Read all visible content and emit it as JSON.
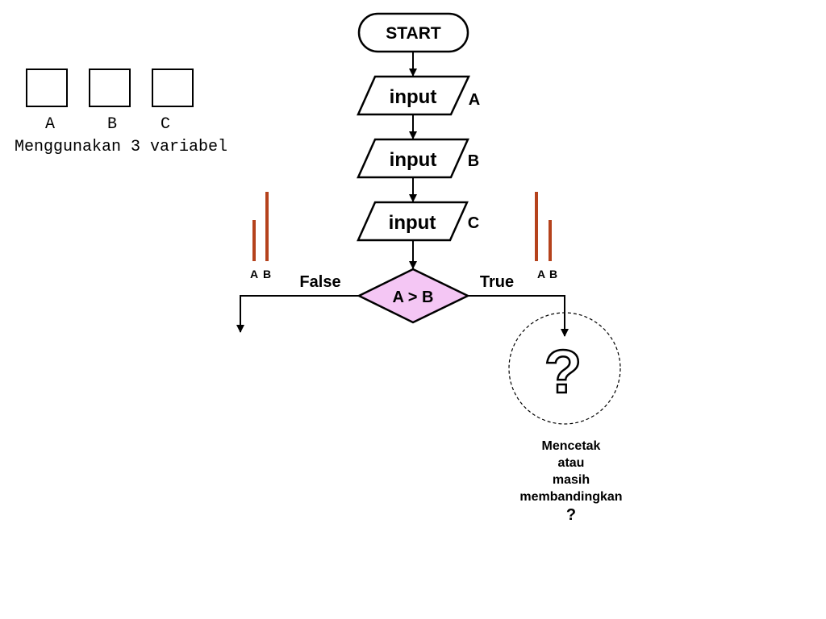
{
  "variables": {
    "labels": [
      "A",
      "B",
      "C"
    ],
    "caption": "Menggunakan 3 variabel"
  },
  "flowchart": {
    "start": "START",
    "inputs": [
      {
        "keyword": "input",
        "var": "A"
      },
      {
        "keyword": "input",
        "var": "B"
      },
      {
        "keyword": "input",
        "var": "C"
      }
    ],
    "decision": "A > B",
    "branch_false": "False",
    "branch_true": "True"
  },
  "bars_left": {
    "label_a": "A",
    "label_b": "B"
  },
  "bars_right": {
    "label_a": "A",
    "label_b": "B"
  },
  "unknown_symbol": "?",
  "note": [
    "Mencetak",
    "atau",
    "masih",
    "membandingkan",
    "?"
  ],
  "colors": {
    "decision_fill": "#f4c6f4",
    "bar": "#b5421c",
    "line": "#000000"
  }
}
